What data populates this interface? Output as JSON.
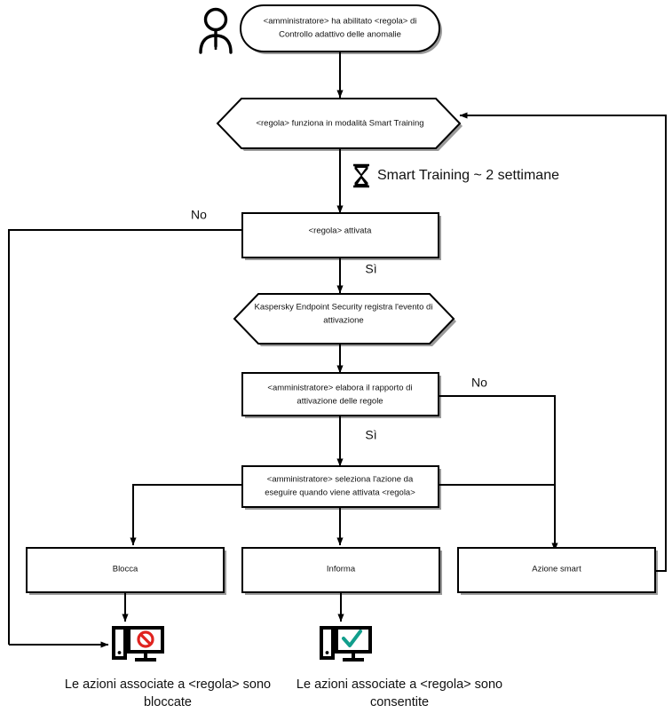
{
  "diagram": {
    "title": "Controllo adattivo delle anomalie - flusso regola",
    "language": "it",
    "colors": {
      "stroke": "#000000",
      "shadow": "#9a9a9a",
      "blocked_text": "#e0503c",
      "allowed_text": "#0c7b76",
      "deny_badge": "#e0231f",
      "allow_check": "#119e8c"
    },
    "actor": {
      "icon": "person-icon",
      "label": ""
    },
    "nodes": {
      "start": {
        "shape": "stadium",
        "line1": "<amministratore> ha abilitato <regola> di",
        "line2": "Controllo adattivo delle anomalie"
      },
      "smart_training": {
        "shape": "hexagon",
        "text": "<regola> funziona in modalità Smart Training"
      },
      "rule_activated": {
        "shape": "rect",
        "text": "<regola> attivata"
      },
      "event_logged": {
        "shape": "hexagon",
        "line1": "Kaspersky Endpoint Security registra l'evento di",
        "line2": "attivazione"
      },
      "admin_report": {
        "shape": "rect",
        "line1": "<amministratore> elabora il rapporto di",
        "line2": "attivazione delle regole"
      },
      "admin_select": {
        "shape": "rect",
        "line1": "<amministratore> seleziona l'azione da",
        "line2": "eseguire quando viene attivata <regola>"
      },
      "action_block": {
        "shape": "rect",
        "text": "Blocca"
      },
      "action_inform": {
        "shape": "rect",
        "text": "Informa"
      },
      "action_smart": {
        "shape": "rect",
        "text": "Azione smart"
      }
    },
    "notes": {
      "training_duration": {
        "icon": "hourglass-icon",
        "text": "Smart Training ~ 2 settimane"
      }
    },
    "edge_labels": {
      "activated_no": "No",
      "activated_yes": "Sì",
      "report_no": "No",
      "report_yes": "Sì"
    },
    "outcomes": {
      "blocked": {
        "icon": "monitor-denied-icon",
        "line1": "Le azioni associate a <regola> sono",
        "line2": "bloccate"
      },
      "allowed": {
        "icon": "monitor-allowed-icon",
        "line1": "Le azioni associate a <regola> sono",
        "line2": "consentite"
      }
    }
  }
}
